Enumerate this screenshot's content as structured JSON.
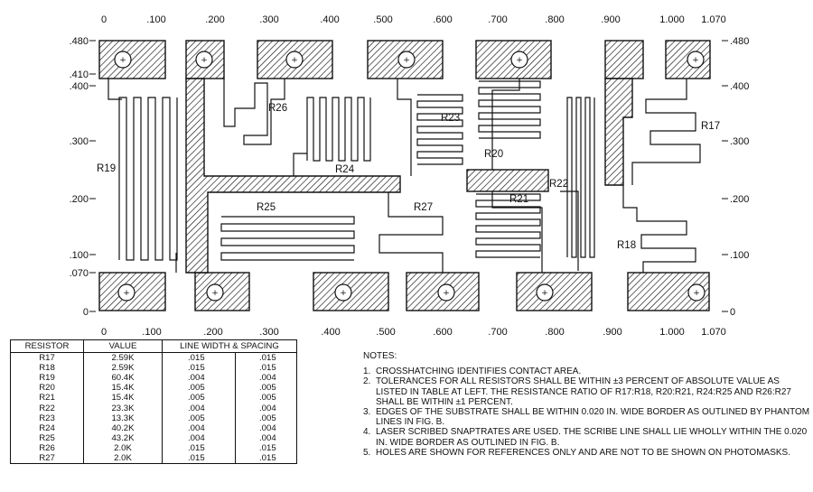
{
  "axis": {
    "x_top": [
      ".100",
      ".200",
      ".300",
      ".400",
      ".500",
      ".600",
      ".700",
      ".800",
      ".900",
      "1.000",
      "1.070"
    ],
    "x_top_zero": "0",
    "x_bottom": [
      ".100",
      ".200",
      ".300",
      ".400",
      ".500",
      ".600",
      ".700",
      ".800",
      ".900",
      "1.000",
      "1.070"
    ],
    "x_bottom_zero": "0",
    "y_left": [
      ".480",
      ".410",
      ".400",
      ".300",
      ".200",
      ".100",
      ".070",
      "0"
    ],
    "y_right": [
      ".480",
      ".400",
      ".300",
      ".200",
      ".100",
      "0"
    ]
  },
  "resistor_labels": [
    "R17",
    "R18",
    "R19",
    "R20",
    "R21",
    "R22",
    "R23",
    "R24",
    "R25",
    "R26",
    "R27"
  ],
  "hole_symbol": "+",
  "table": {
    "headers": [
      "RESISTOR",
      "VALUE",
      "LINE WIDTH & SPACING"
    ],
    "rows": [
      [
        "R17",
        "2.59K",
        ".015",
        ".015"
      ],
      [
        "R18",
        "2.59K",
        ".015",
        ".015"
      ],
      [
        "R19",
        "60.4K",
        ".004",
        ".004"
      ],
      [
        "R20",
        "15.4K",
        ".005",
        ".005"
      ],
      [
        "R21",
        "15.4K",
        ".005",
        ".005"
      ],
      [
        "R22",
        "23.3K",
        ".004",
        ".004"
      ],
      [
        "R23",
        "13.3K",
        ".005",
        ".005"
      ],
      [
        "R24",
        "40.2K",
        ".004",
        ".004"
      ],
      [
        "R25",
        "43.2K",
        ".004",
        ".004"
      ],
      [
        "R26",
        "2.0K",
        ".015",
        ".015"
      ],
      [
        "R27",
        "2.0K",
        ".015",
        ".015"
      ]
    ]
  },
  "notes": {
    "title": "NOTES:",
    "items": [
      {
        "num": "1.",
        "text": "CROSSHATCHING IDENTIFIES CONTACT AREA."
      },
      {
        "num": "2.",
        "text": "TOLERANCES FOR ALL RESISTORS SHALL BE WITHIN ±3 PERCENT OF ABSOLUTE VALUE AS LISTED IN TABLE AT LEFT.  THE RESISTANCE RATIO OF R17:R18, R20:R21, R24:R25 AND R26:R27 SHALL BE WITHIN ±1 PERCENT."
      },
      {
        "num": "3.",
        "text": "EDGES OF THE SUBSTRATE SHALL BE WITHIN 0.020 IN. WIDE BORDER AS OUTLINED BY PHANTOM LINES IN FIG. B."
      },
      {
        "num": "4.",
        "text": "LASER SCRIBED SNAPTRATES ARE USED.  THE SCRIBE LINE SHALL LIE WHOLLY WITHIN THE 0.020 IN. WIDE BORDER AS OUTLINED IN FIG. B."
      },
      {
        "num": "5.",
        "text": "HOLES ARE SHOWN FOR REFERENCES ONLY AND ARE NOT TO BE SHOWN ON PHOTOMASKS."
      }
    ]
  }
}
